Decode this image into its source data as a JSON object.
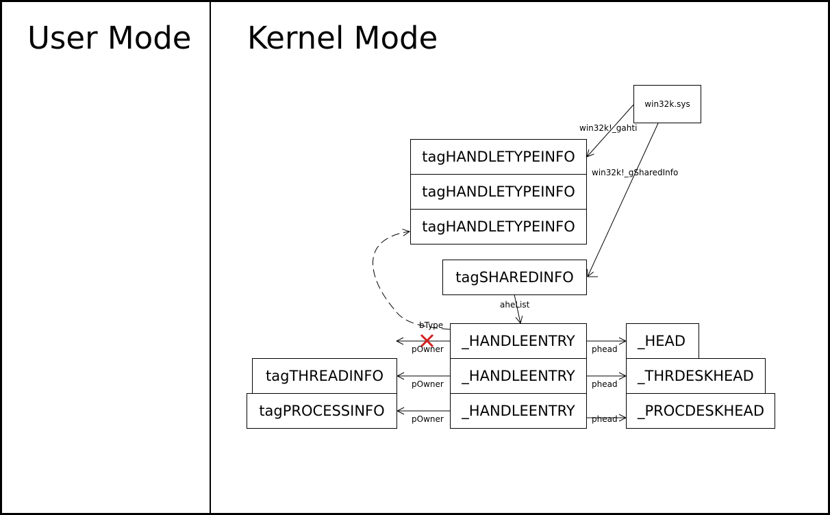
{
  "panes": {
    "user_mode_title": "User Mode",
    "kernel_mode_title": "Kernel Mode"
  },
  "boxes": {
    "win32k": "win32k.sys",
    "handletypeinfo": [
      "tagHANDLETYPEINFO",
      "tagHANDLETYPEINFO",
      "tagHANDLETYPEINFO"
    ],
    "sharedinfo": "tagSHAREDINFO",
    "handleentry": [
      "_HANDLEENTRY",
      "_HANDLEENTRY",
      "_HANDLEENTRY"
    ],
    "head": "_HEAD",
    "thrdeskhead": "_THRDESKHEAD",
    "procdeskhead": "_PROCDESKHEAD",
    "threadinfo": "tagTHREADINFO",
    "processinfo": "tagPROCESSINFO"
  },
  "labels": {
    "gahti": "win32k!_gahti",
    "gsharedinfo": "win32k!_gSharedInfo",
    "ahelist": "aheList",
    "btype": "bType",
    "powner": [
      "pOwner",
      "pOwner",
      "pOwner"
    ],
    "phead": [
      "phead",
      "phead",
      "phead"
    ]
  },
  "colors": {
    "line": "#000000",
    "invalid_mark": "#d42020"
  },
  "icons": {
    "invalid_owner": "red-x-icon"
  }
}
